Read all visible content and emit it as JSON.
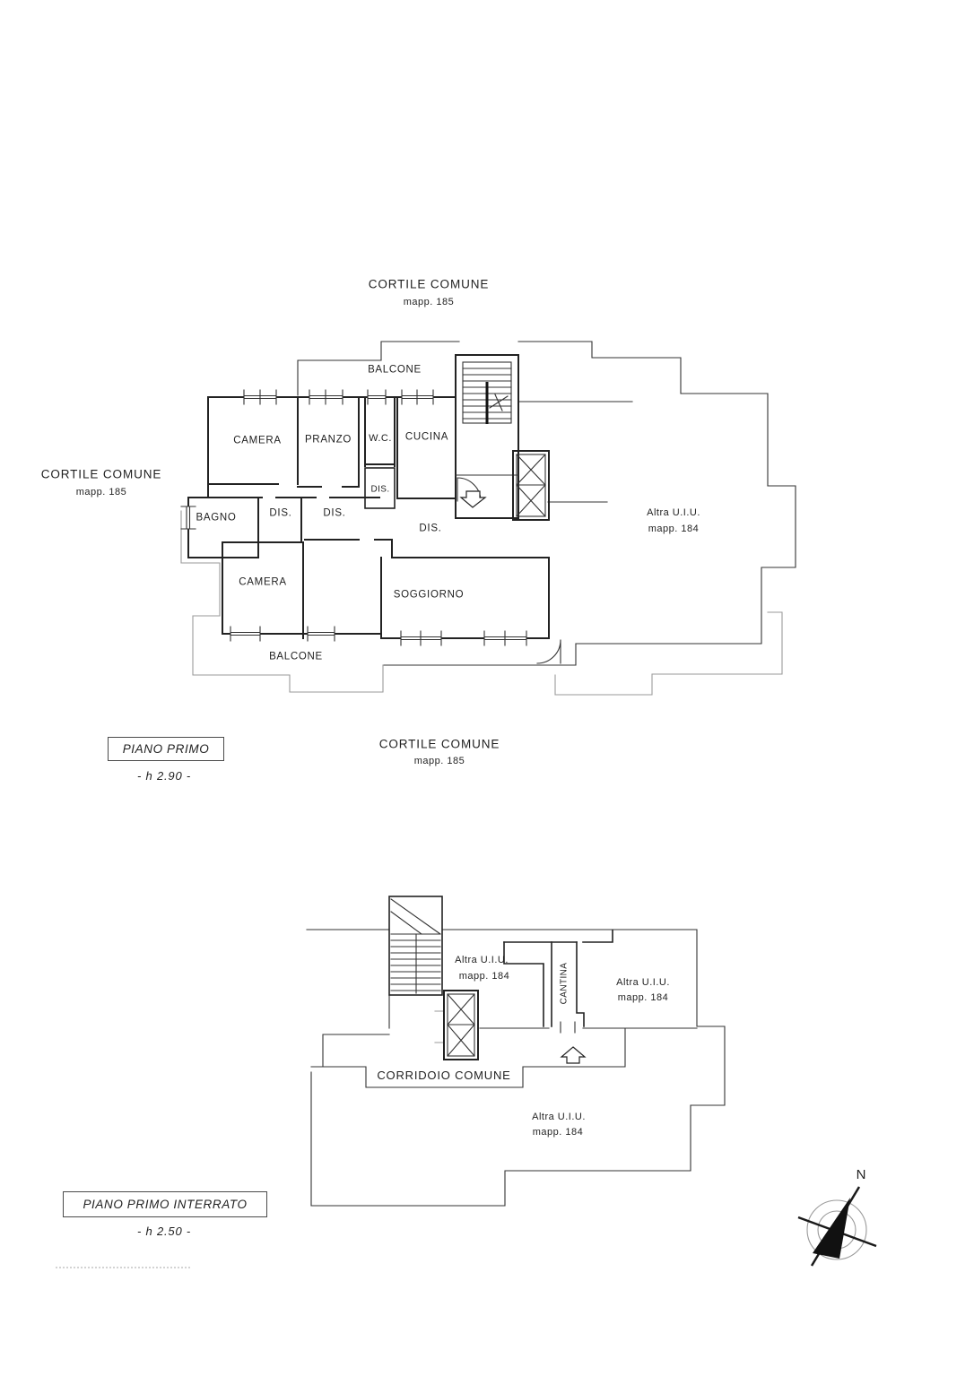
{
  "upper_floor": {
    "courtyards": {
      "top": {
        "name": "CORTILE COMUNE",
        "parcel": "mapp. 185"
      },
      "left": {
        "name": "CORTILE COMUNE",
        "parcel": "mapp. 185"
      },
      "bottom": {
        "name": "CORTILE COMUNE",
        "parcel": "mapp. 185"
      }
    },
    "rooms": {
      "balcone_top": "BALCONE",
      "camera_1": "CAMERA",
      "pranzo": "PRANZO",
      "wc": "W.C.",
      "cucina": "CUCINA",
      "dis_1": "DIS.",
      "bagno": "BAGNO",
      "dis_2": "DIS.",
      "dis_3": "DIS.",
      "dis_4": "DIS.",
      "camera_2": "CAMERA",
      "soggiorno": "SOGGIORNO",
      "balcone_bottom": "BALCONE"
    },
    "adjacent_unit": {
      "name": "Altra U.I.U.",
      "parcel": "mapp. 184"
    },
    "floor_label": "PIANO PRIMO",
    "floor_height": "- h 2.90 -"
  },
  "lower_floor": {
    "adjacent_units": {
      "left": {
        "name": "Altra U.I.U.",
        "parcel": "mapp. 184"
      },
      "right": {
        "name": "Altra U.I.U.",
        "parcel": "mapp. 184"
      },
      "bottom": {
        "name": "Altra U.I.U.",
        "parcel": "mapp. 184"
      }
    },
    "rooms": {
      "cantina": "CANTINA",
      "corridoio": "CORRIDOIO COMUNE"
    },
    "floor_label": "PIANO PRIMO INTERRATO",
    "floor_height": "- h 2.50 -"
  },
  "compass": {
    "north_label": "N"
  },
  "colors": {
    "wall": "#222222",
    "boundary": "#9a9a9a",
    "text": "#1f1f1f"
  }
}
